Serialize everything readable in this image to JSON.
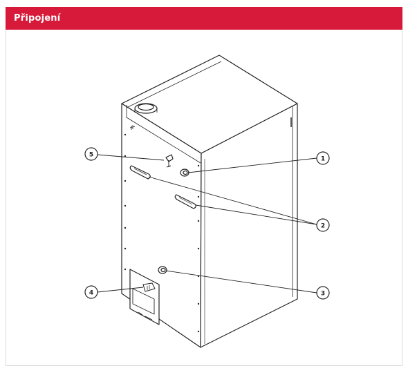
{
  "header": {
    "title": "Připojení"
  },
  "callouts": [
    "1",
    "2",
    "3",
    "4",
    "5"
  ],
  "colors": {
    "accent": "#d7193a",
    "line": "#222222"
  }
}
